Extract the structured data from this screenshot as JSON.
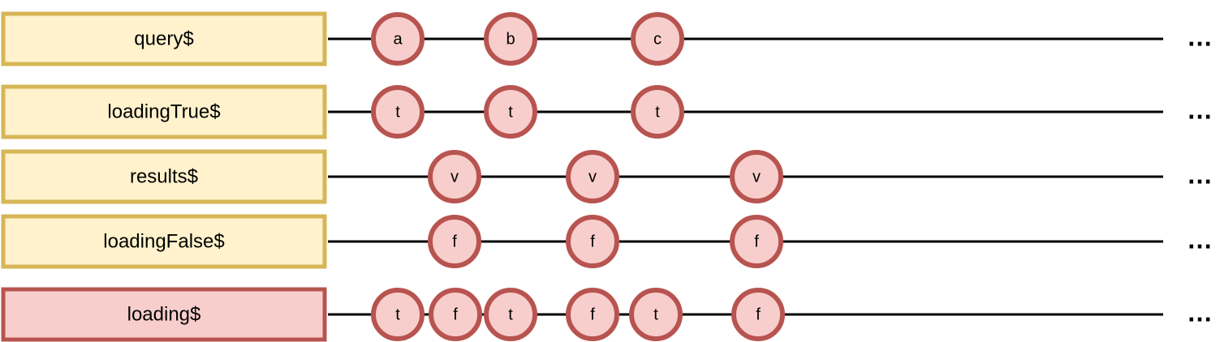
{
  "colors": {
    "source_fill": "#fff2cc",
    "source_stroke": "#d6b656",
    "result_fill": "#f8cecc",
    "result_stroke": "#b85450",
    "marble_fill": "#f8cecc",
    "marble_stroke": "#b85450",
    "line": "#000000"
  },
  "streams": [
    {
      "label": "query$",
      "kind": "source",
      "ellipsis": "…",
      "events": [
        {
          "value": "a"
        },
        {
          "value": "b"
        },
        {
          "value": "c"
        }
      ]
    },
    {
      "label": "loadingTrue$",
      "kind": "source",
      "ellipsis": "…",
      "events": [
        {
          "value": "t"
        },
        {
          "value": "t"
        },
        {
          "value": "t"
        }
      ]
    },
    {
      "label": "results$",
      "kind": "source",
      "ellipsis": "…",
      "events": [
        {
          "value": "v"
        },
        {
          "value": "v"
        },
        {
          "value": "v"
        }
      ]
    },
    {
      "label": "loadingFalse$",
      "kind": "source",
      "ellipsis": "…",
      "events": [
        {
          "value": "f"
        },
        {
          "value": "f"
        },
        {
          "value": "f"
        }
      ]
    },
    {
      "label": "loading$",
      "kind": "result",
      "ellipsis": "…",
      "events": [
        {
          "value": "t"
        },
        {
          "value": "f"
        },
        {
          "value": "t"
        },
        {
          "value": "f"
        },
        {
          "value": "t"
        },
        {
          "value": "f"
        }
      ]
    }
  ]
}
